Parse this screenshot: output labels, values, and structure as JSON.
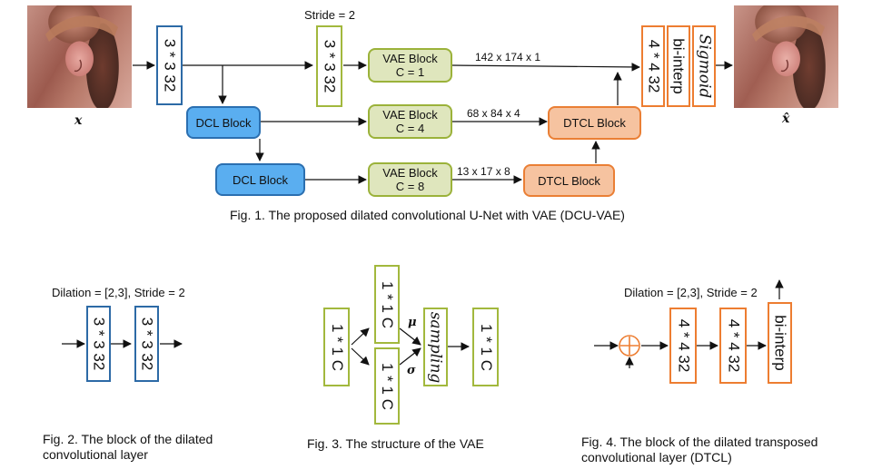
{
  "fig1": {
    "stride_label": "Stride = 2",
    "input_symbol": "x",
    "output_symbol": "x̂",
    "conv_in": "3 * 3  32",
    "conv_stride": "3 * 3  32",
    "dcl1": "DCL Block",
    "dcl2": "DCL Block",
    "vae1": {
      "line1": "VAE Block",
      "line2": "C = 1"
    },
    "vae2": {
      "line1": "VAE Block",
      "line2": "C = 4"
    },
    "vae3": {
      "line1": "VAE Block",
      "line2": "C = 8"
    },
    "dim1": "142 x 174 x 1",
    "dim2": "68 x 84 x 4",
    "dim3": "13 x 17 x 8",
    "dtcl1": "DTCL Block",
    "dtcl2": "DTCL Block",
    "out_conv": "4 * 4  32",
    "out_interp": "bi-interp",
    "out_sigmoid": "Sigmoid",
    "caption": "Fig. 1. The proposed dilated convolutional U-Net with VAE (DCU-VAE)"
  },
  "fig2": {
    "header": "Dilation = [2,3], Stride = 2",
    "box1": "3 * 3  32",
    "box2": "3 * 3  32",
    "caption_line1": "Fig. 2. The block of the dilated",
    "caption_line2": "convolutional layer"
  },
  "fig3": {
    "in_box": "1 * 1  C",
    "top_box": "1 * 1  C",
    "bottom_box": "1 * 1  C",
    "mu": "μ",
    "sigma": "σ",
    "sampling": "sampling",
    "out_box": "1 * 1  C",
    "caption": "Fig. 3. The structure of the VAE"
  },
  "fig4": {
    "header": "Dilation = [2,3], Stride = 2",
    "box1": "4 * 4  32",
    "box2": "4 * 4  32",
    "box3": "bi-interp",
    "caption_line1": "Fig. 4. The block of the dilated transposed",
    "caption_line2": "convolutional layer (DTCL)"
  },
  "colors": {
    "blue": "#5aaef0",
    "green": "#dfe6bd",
    "orange": "#f6c3a0",
    "blue_border": "#2d6aa6",
    "green_border": "#a2b83d",
    "orange_border": "#ed7d31"
  }
}
